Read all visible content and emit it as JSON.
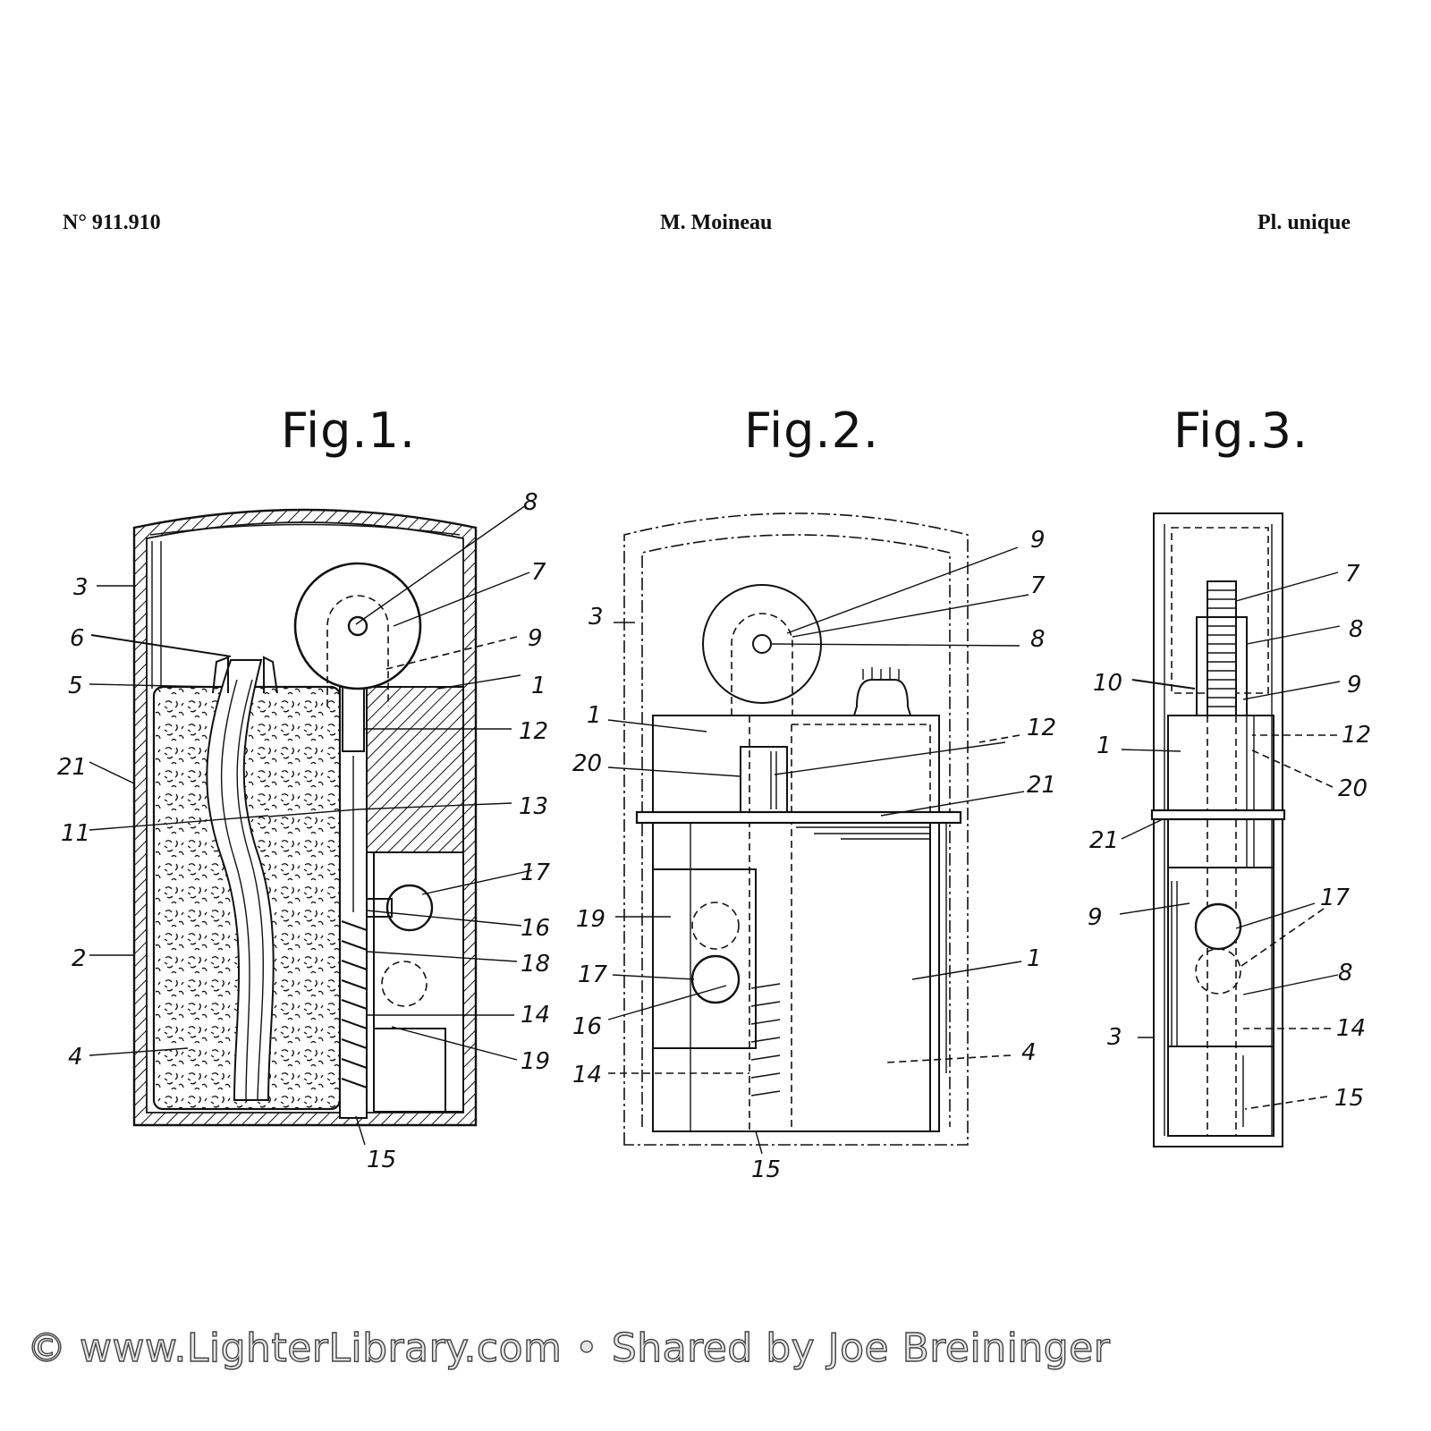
{
  "header": {
    "number": "N° 911.910",
    "inventor": "M. Moineau",
    "plate": "Pl. unique"
  },
  "figures": [
    {
      "title": "Fig.1.",
      "labels": [
        "8",
        "3",
        "7",
        "6",
        "9",
        "5",
        "1",
        "12",
        "21",
        "13",
        "11",
        "17",
        "16",
        "2",
        "18",
        "14",
        "4",
        "19",
        "15"
      ]
    },
    {
      "title": "Fig.2.",
      "labels": [
        "9",
        "7",
        "3",
        "8",
        "1",
        "12",
        "20",
        "21",
        "19",
        "1",
        "17",
        "16",
        "4",
        "14",
        "15"
      ]
    },
    {
      "title": "Fig.3.",
      "labels": [
        "7",
        "8",
        "10",
        "9",
        "1",
        "12",
        "20",
        "21",
        "17",
        "9",
        "8",
        "3",
        "14",
        "15"
      ]
    }
  ],
  "watermark": "© www.LighterLibrary.com • Shared by Joe Breininger"
}
